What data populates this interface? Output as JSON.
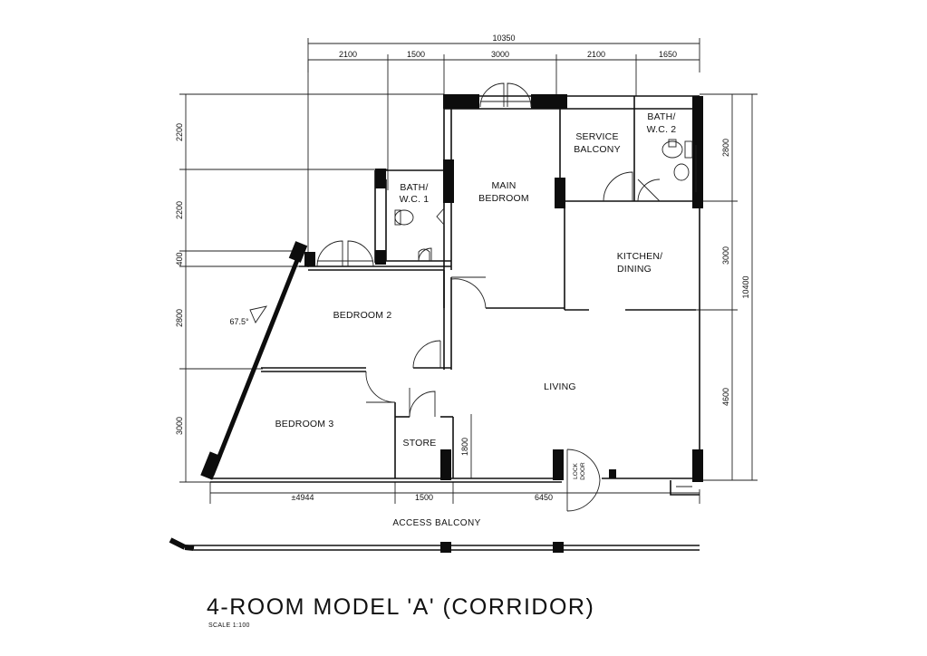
{
  "plan": {
    "title": "4-ROOM MODEL 'A' (CORRIDOR)",
    "scale": "SCALE 1:100",
    "access": "ACCESS BALCONY",
    "angle": "67.5°"
  },
  "rooms": {
    "main_bedroom": [
      "MAIN",
      "BEDROOM"
    ],
    "service_balcony": [
      "SERVICE",
      "BALCONY"
    ],
    "bath2": [
      "BATH/",
      "W.C. 2"
    ],
    "bath1": [
      "BATH/",
      "W.C. 1"
    ],
    "kitchen": [
      "KITCHEN/",
      "DINING"
    ],
    "bedroom2": "BEDROOM 2",
    "bedroom3": "BEDROOM 3",
    "living": "LIVING",
    "store": "STORE",
    "door": [
      "LOCK",
      "DOOR"
    ]
  },
  "dimensions": {
    "top_total": "10350",
    "top": [
      "2100",
      "1500",
      "3000",
      "2100",
      "1650"
    ],
    "left": [
      "2200",
      "2200",
      "400",
      "2800",
      "3000"
    ],
    "right": [
      "2800",
      "3000",
      "4600"
    ],
    "right_total": "10400",
    "bottom": [
      "±4944",
      "1500",
      "6450"
    ],
    "store_depth": "1800"
  }
}
